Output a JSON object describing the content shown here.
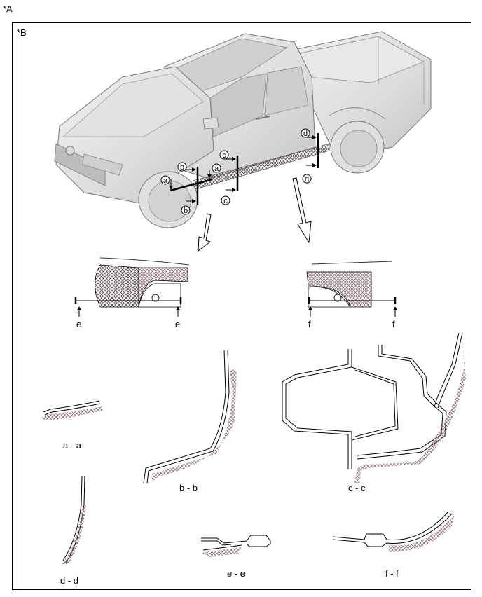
{
  "page_label": "*A",
  "frame_label": "*B",
  "callouts": {
    "a": "a",
    "b": "b",
    "c": "c",
    "d": "d",
    "e": "e",
    "f": "f"
  },
  "sections": {
    "a_a": "a - a",
    "b_b": "b - b",
    "c_c": "c - c",
    "d_d": "d - d",
    "e_e": "e - e",
    "f_f": "f - f"
  },
  "detail_labels": {
    "e_left": "e",
    "e_right": "e",
    "f_left": "f",
    "f_right": "f"
  }
}
